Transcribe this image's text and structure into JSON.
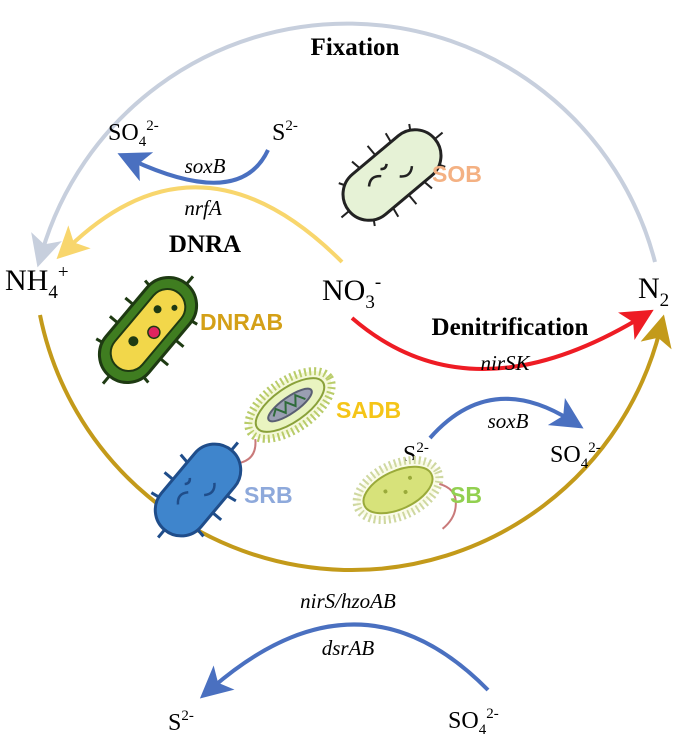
{
  "colors": {
    "fixation_arrow": "#c7cfdd",
    "dnra_arrow": "#f8d66d",
    "denitrification_arrow": "#ee1c24",
    "outer_arc": "#c39a1a",
    "sulfur_arrow": "#4a70c0",
    "sob": "#f4b183",
    "dnrab": "#d4a017",
    "sadb": "#f5c518",
    "srb": "#8ea9db",
    "sb": "#92d050"
  },
  "processes": {
    "fixation": "Fixation",
    "dnra": "DNRA",
    "denitrification": "Denitrification"
  },
  "compounds": {
    "ammonium": {
      "base": "NH",
      "sub": "4",
      "sup": "+"
    },
    "nitrate": {
      "base": "NO",
      "sub": "3",
      "sup": "-"
    },
    "nitrogen": {
      "base": "N",
      "sub": "2"
    },
    "sulfate": {
      "base": "SO",
      "sub": "4",
      "sup": "2-"
    },
    "sulfide": {
      "base": "S",
      "sup": "2-"
    }
  },
  "genes": {
    "soxB": "soxB",
    "nrfA": "nrfA",
    "nirSK": "nirSK",
    "nirS_hzoAB": "nirS/hzoAB",
    "dsrAB": "dsrAB"
  },
  "bacteria": {
    "sob": "SOB",
    "dnrab": "DNRAB",
    "sadb": "SADB",
    "srb": "SRB",
    "sb": "SB"
  }
}
